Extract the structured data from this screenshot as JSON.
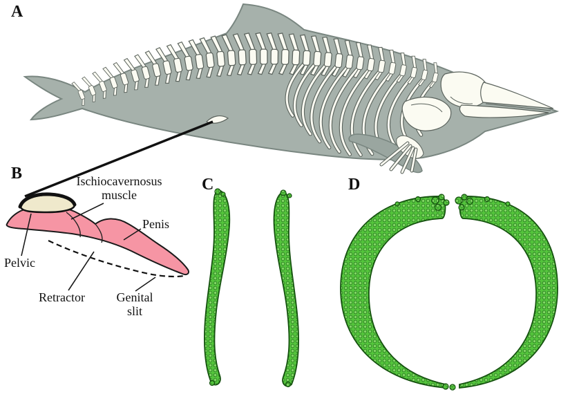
{
  "panels": {
    "a_label": "A",
    "b_label": "B",
    "c_label": "C",
    "d_label": "D"
  },
  "anatomy_labels": {
    "ischiocavernosus": "Ischiocavernosus muscle",
    "penis": "Penis",
    "pelvic": "Pelvic",
    "retractor": "Retractor",
    "genital_slit": "Genital slit"
  },
  "colors": {
    "dolphin_body": "#a6b1ab",
    "skeleton_white": "#fbfbf2",
    "soft_tissue_pink": "#f695a4",
    "pelvic_bone_cream": "#efe9cc",
    "scan_green": "#54c43c",
    "outline_black": "#111111"
  }
}
